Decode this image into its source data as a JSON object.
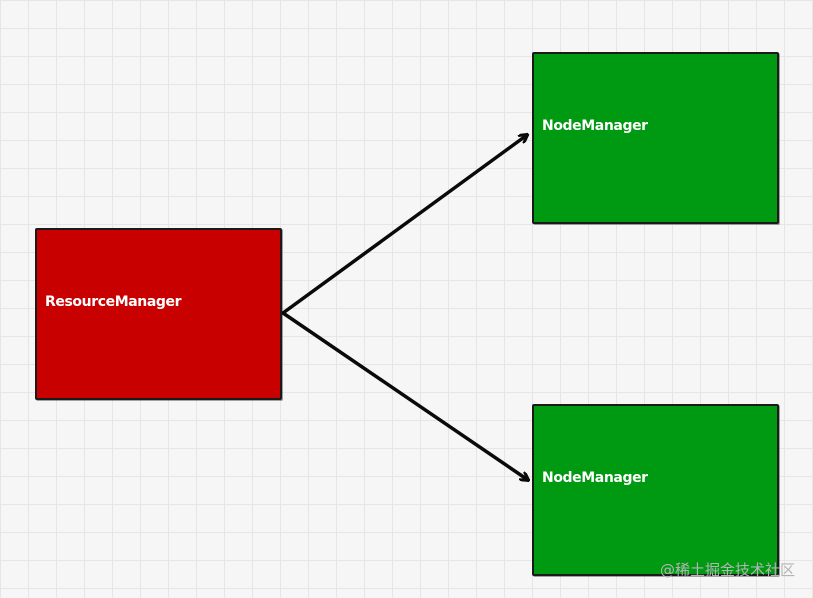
{
  "diagram": {
    "nodes": [
      {
        "id": "resource-manager",
        "label": "ResourceManager",
        "color": "#c90000"
      },
      {
        "id": "node-manager-1",
        "label": "NodeManager",
        "color": "#009a12"
      },
      {
        "id": "node-manager-2",
        "label": "NodeManager",
        "color": "#009a12"
      }
    ],
    "edges": [
      {
        "from": "resource-manager",
        "to": "node-manager-1"
      },
      {
        "from": "resource-manager",
        "to": "node-manager-2"
      }
    ],
    "edge_color": "#0a0a0a"
  },
  "watermark": "@稀土掘金技术社区"
}
